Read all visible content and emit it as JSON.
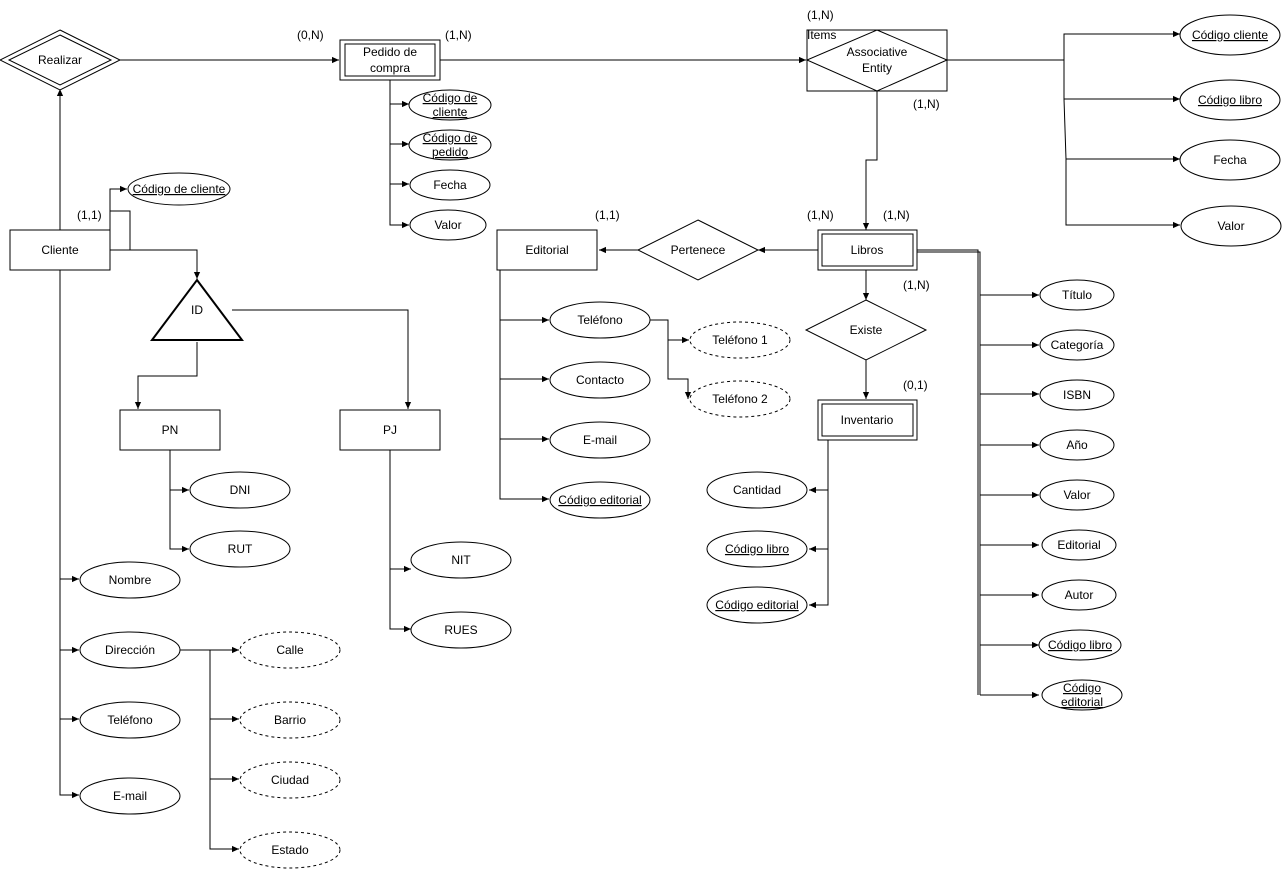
{
  "nodes": {
    "realizar": "Realizar",
    "pedido": [
      "Pedido de",
      "compra"
    ],
    "items_label": "Items",
    "assoc": [
      "Associative",
      "Entity"
    ],
    "cliente": "Cliente",
    "id": "ID",
    "pn": "PN",
    "pj": "PJ",
    "editorial": "Editorial",
    "pertenece": "Pertenece",
    "libros": "Libros",
    "existe": "Existe",
    "inventario": "Inventario"
  },
  "attributes": {
    "ped_cod_cliente": [
      "Código de",
      "cliente"
    ],
    "ped_cod_pedido": [
      "Código de",
      "pedido"
    ],
    "ped_fecha": "Fecha",
    "ped_valor": "Valor",
    "cli_codigo": "Código de cliente",
    "cli_nombre": "Nombre",
    "cli_direccion": "Dirección",
    "cli_telefono": "Teléfono",
    "cli_email": "E-mail",
    "dir_calle": "Calle",
    "dir_barrio": "Barrio",
    "dir_ciudad": "Ciudad",
    "dir_estado": "Estado",
    "pn_dni": "DNI",
    "pn_rut": "RUT",
    "pj_nit": "NIT",
    "pj_rues": "RUES",
    "ed_telefono": "Teléfono",
    "ed_tel1": "Teléfono 1",
    "ed_tel2": "Teléfono 2",
    "ed_contacto": "Contacto",
    "ed_email": "E-mail",
    "ed_codigo": "Código editorial",
    "inv_cantidad": "Cantidad",
    "inv_cod_libro": "Código libro",
    "inv_cod_editorial": "Código editorial",
    "it_cod_cliente": "Código cliente",
    "it_cod_libro": "Código libro",
    "it_fecha": "Fecha",
    "it_valor": "Valor",
    "lib_titulo": "Título",
    "lib_categoria": "Categoría",
    "lib_isbn": "ISBN",
    "lib_anio": "Año",
    "lib_valor": "Valor",
    "lib_editorial": "Editorial",
    "lib_autor": "Autor",
    "lib_cod_libro": "Código libro",
    "lib_cod_editorial": [
      "Código",
      "editorial"
    ]
  },
  "cardinalities": {
    "realizar_pedido": "(0,N)",
    "pedido_items": "(1,N)",
    "items_top": "(1,N)",
    "items_bottom": "(1,N)",
    "libros_left": "(1,N)",
    "libros_right": "(1,N)",
    "editorial": "(1,1)",
    "cliente": "(1,1)",
    "existe": "(1,N)",
    "inventario": "(0,1)"
  }
}
